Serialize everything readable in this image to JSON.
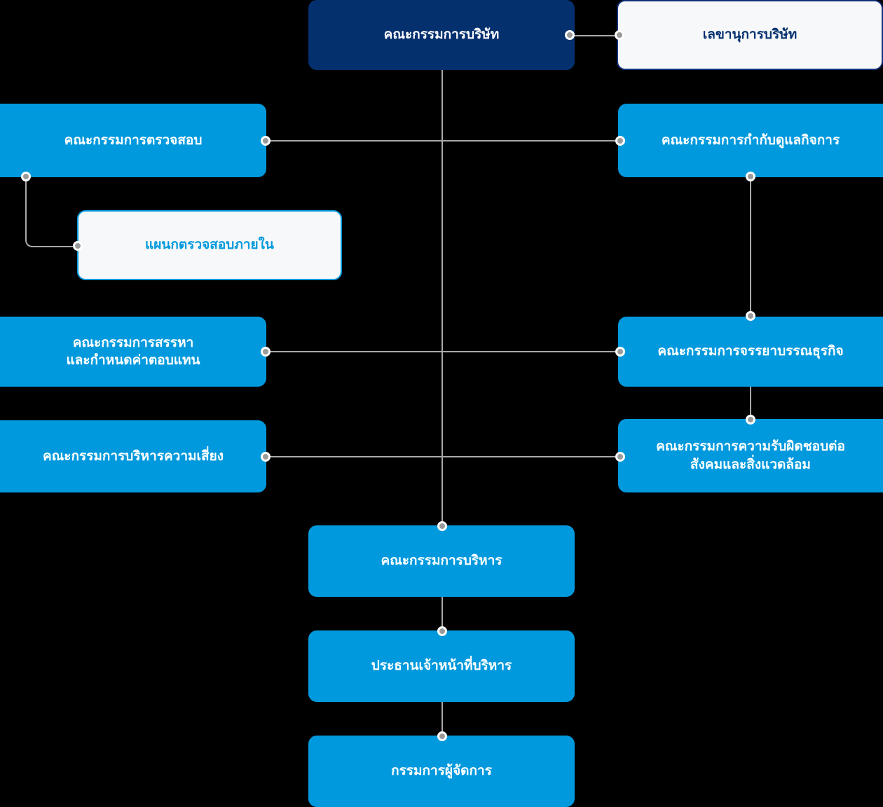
{
  "diagram": {
    "title": "Corporate Organization Structure",
    "type": "org-chart",
    "colors": {
      "background": "#000000",
      "primary_navy": "#04306e",
      "accent_blue": "#0099dd",
      "panel_white": "#f7f8f9",
      "connector_gray": "#a9a9a9",
      "connector_dot": "#9a9a9a"
    }
  },
  "nodes": {
    "board_of_directors": {
      "label": "คณะกรรมการบริษัท",
      "style": "primary"
    },
    "company_secretary": {
      "label": "เลขานุการบริษัท",
      "style": "outline-navy"
    },
    "audit_committee": {
      "label": "คณะกรรมการตรวจสอบ",
      "style": "blue"
    },
    "corporate_governance_committee": {
      "label": "คณะกรรมการกำกับดูแลกิจการ",
      "style": "blue"
    },
    "internal_audit_department": {
      "label": "แผนกตรวจสอบภายใน",
      "style": "outline-blue"
    },
    "nomination_remuneration_committee": {
      "label": "คณะกรรมการสรรหา\nและกำหนดค่าตอบแทน",
      "style": "blue"
    },
    "business_ethics_committee": {
      "label": "คณะกรรมการจรรยาบรรณธุรกิจ",
      "style": "blue"
    },
    "risk_management_committee": {
      "label": "คณะกรรมการบริหารความเสี่ยง",
      "style": "blue"
    },
    "social_environmental_committee": {
      "label": "คณะกรรมการความรับผิดชอบต่อ\nสังคมและสิ่งแวดล้อม",
      "style": "blue"
    },
    "executive_committee": {
      "label": "คณะกรรมการบริหาร",
      "style": "blue"
    },
    "chief_executive_officer": {
      "label": "ประธานเจ้าหน้าที่บริหาร",
      "style": "blue"
    },
    "managing_director": {
      "label": "กรรมการผู้จัดการ",
      "style": "blue"
    }
  }
}
